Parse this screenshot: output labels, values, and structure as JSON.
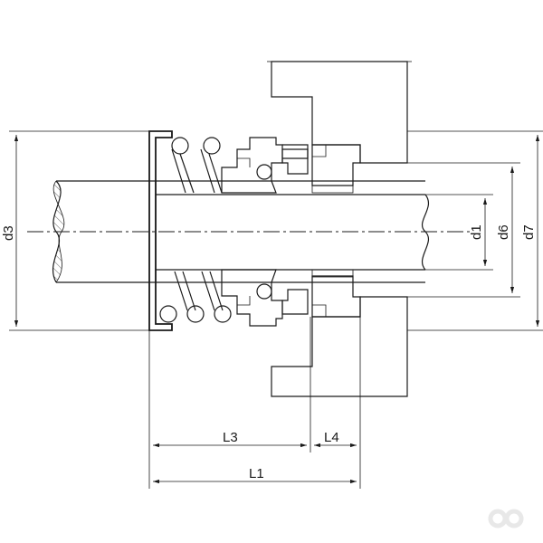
{
  "diagram": {
    "labels": {
      "d3": "d3",
      "d1": "d1",
      "d6": "d6",
      "d7": "d7",
      "L1": "L1",
      "L3": "L3",
      "L4": "L4"
    },
    "logo_icon": "infinity-logo-icon"
  }
}
